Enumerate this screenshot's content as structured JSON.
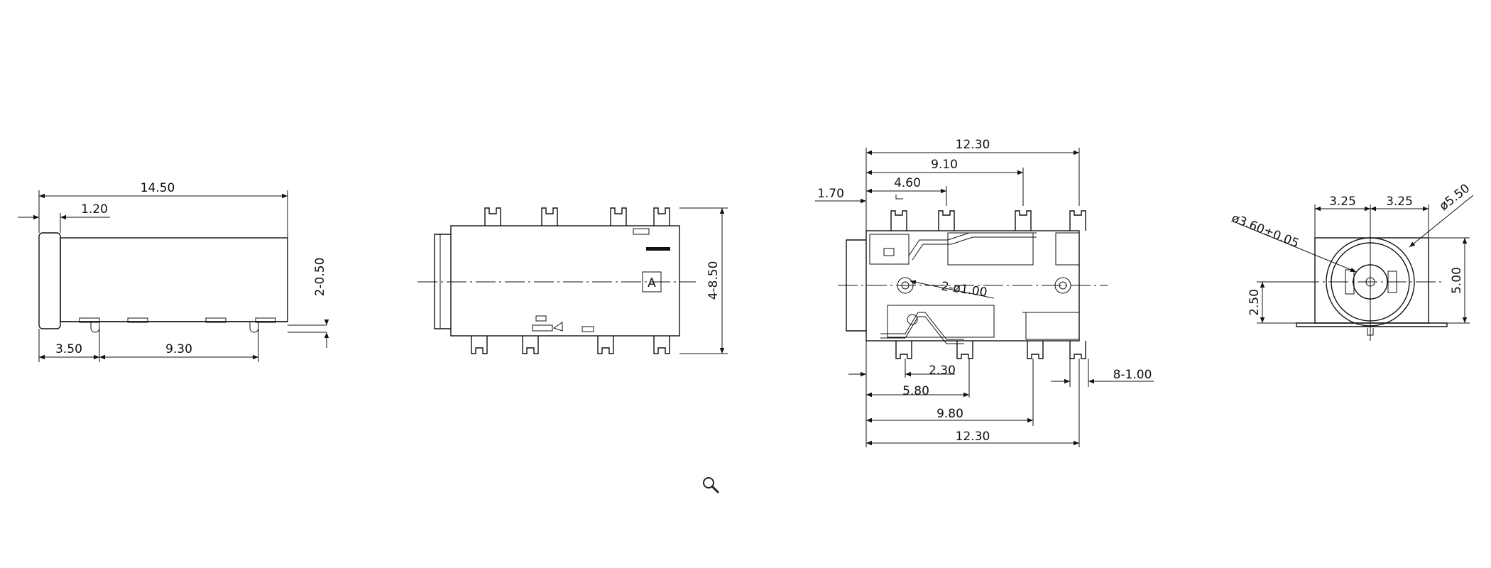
{
  "colors": {
    "line": "#111111",
    "background": "#ffffff"
  },
  "icons": {
    "zoom": "magnifier-icon"
  },
  "views": {
    "side_view": {
      "dims": {
        "length": "14.50",
        "flange": "1.20",
        "pin_thk": "2-0.50",
        "offset": "3.50",
        "pitch": "9.30"
      }
    },
    "top_view": {
      "dims": {
        "height": "4-8.50"
      },
      "marking": "A"
    },
    "bottom_view": {
      "dims": {
        "top_total": "12.30",
        "d910": "9.10",
        "d460": "4.60",
        "d170": "1.70",
        "holes": "2-ø1.00",
        "d230": "2.30",
        "d580": "5.80",
        "d980": "9.80",
        "bottom_total": "12.30",
        "pins": "8-1.00"
      }
    },
    "front_view": {
      "dims": {
        "left": "3.25",
        "right": "3.25",
        "outer_dia": "ø5.50",
        "inner_dia": "ø3.60±0.05",
        "height": "5.00",
        "center": "2.50"
      }
    }
  }
}
